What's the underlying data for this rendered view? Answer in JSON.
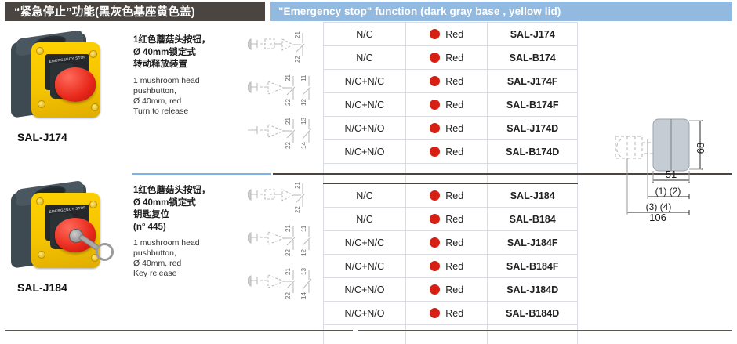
{
  "header": {
    "title_cn": "“紧急停止”功能(黑灰色基座黄色盖)",
    "title_en": "\"Emergency stop\" function (dark gray base , yellow lid)"
  },
  "products": [
    {
      "code": "SAL-J174",
      "enclosure_label": "EMERGENCY STOP",
      "has_key": false,
      "description_cn": "1红色蘑菇头按钮，\nØ 40mm锁定式\n转动释放装置",
      "description_en": "1 mushroom head\npushbutton,\nØ 40mm, red\nTurn to release"
    },
    {
      "code": "SAL-J184",
      "enclosure_label": "EMERGENCY STOP",
      "has_key": true,
      "description_cn": "1红色蘑菇头按钮，\nØ 40mm锁定式\n钥匙复位\n(n° 445)",
      "description_en": "1 mushroom head\npushbutton,\nØ 40mm, red\nKey release"
    }
  ],
  "schematics": [
    {
      "terminals_primary": [
        "21",
        "22"
      ],
      "terminals_secondary": []
    },
    {
      "terminals_primary": [
        "21",
        "22"
      ],
      "terminals_secondary": [
        "11",
        "12"
      ]
    },
    {
      "terminals_primary": [
        "21",
        "22"
      ],
      "terminals_secondary": [
        "13",
        "14"
      ]
    }
  ],
  "table": {
    "groups": [
      {
        "rows": [
          {
            "contact": "N/C",
            "color": "Red",
            "code": "SAL-J174"
          },
          {
            "contact": "N/C",
            "color": "Red",
            "code": "SAL-B174"
          },
          {
            "contact": "N/C+N/C",
            "color": "Red",
            "code": "SAL-J174F"
          },
          {
            "contact": "N/C+N/C",
            "color": "Red",
            "code": "SAL-B174F"
          },
          {
            "contact": "N/C+N/O",
            "color": "Red",
            "code": "SAL-J174D"
          },
          {
            "contact": "N/C+N/O",
            "color": "Red",
            "code": "SAL-B174D"
          }
        ]
      },
      {
        "rows": [
          {
            "contact": "N/C",
            "color": "Red",
            "code": "SAL-J184"
          },
          {
            "contact": "N/C",
            "color": "Red",
            "code": "SAL-B184"
          },
          {
            "contact": "N/C+N/C",
            "color": "Red",
            "code": "SAL-J184F"
          },
          {
            "contact": "N/C+N/C",
            "color": "Red",
            "code": "SAL-B184F"
          },
          {
            "contact": "N/C+N/O",
            "color": "Red",
            "code": "SAL-J184D"
          },
          {
            "contact": "N/C+N/O",
            "color": "Red",
            "code": "SAL-B184D"
          }
        ]
      }
    ]
  },
  "dimensions": {
    "height": "68",
    "width": "51",
    "mid_label": "(1) (2)",
    "lower_label": "(3) (4)",
    "total": "106"
  },
  "colors": {
    "header_cn_bg": "#4a4541",
    "header_en_bg": "#92b9e0",
    "button_red": "#d81f13",
    "lid_yellow": "#ffd200",
    "base_gray": "#3e4a52"
  }
}
